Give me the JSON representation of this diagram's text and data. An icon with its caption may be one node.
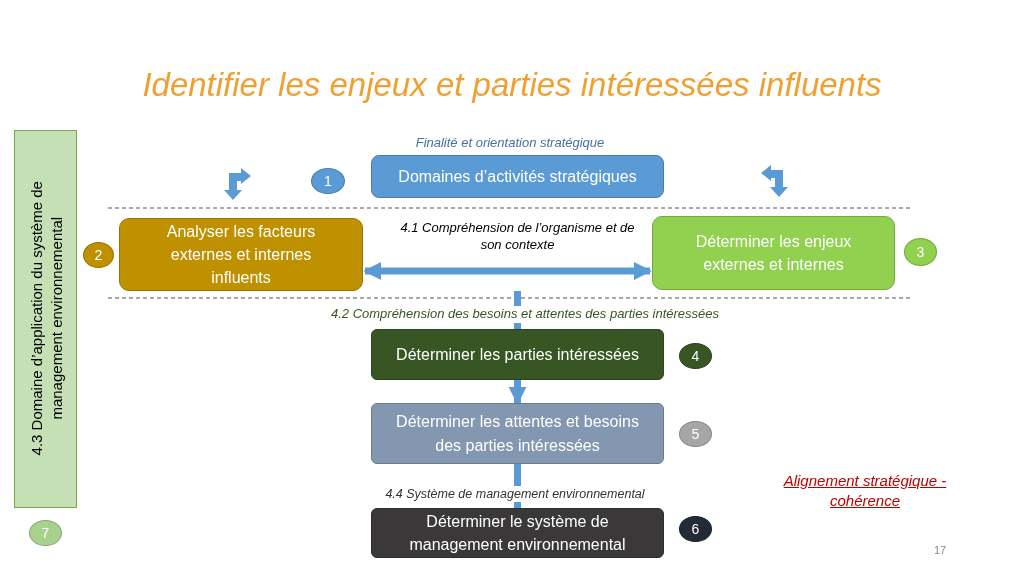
{
  "diagram": {
    "title": "Identifier les enjeux  et parties intéressées  influents",
    "nodes": [
      {
        "text": [
          "4.3 Domaine d’application du système de management environnemental"
        ]
      },
      {
        "text": [
          "Domaines d’activités stratégiques"
        ]
      },
      {
        "text": [
          "Analyser les facteurs externes et internes influents"
        ]
      },
      {
        "text": [
          "Déterminer les enjeux externes et internes"
        ]
      },
      {
        "text": [
          "Déterminer les parties intéressées"
        ]
      },
      {
        "text": [
          "Déterminer les attentes et besoins des parties intéressées"
        ]
      },
      {
        "text": [
          "Déterminer le système de management environnemental"
        ]
      },
      {
        "text": [
          "1"
        ]
      },
      {
        "text": [
          "2"
        ]
      },
      {
        "text": [
          "3"
        ]
      },
      {
        "text": [
          "4"
        ]
      },
      {
        "text": [
          "5"
        ]
      },
      {
        "text": [
          "6"
        ]
      },
      {
        "text": [
          "7"
        ]
      }
    ],
    "edges": [
      {
        "from": 2,
        "to": 3,
        "arrow": "both"
      },
      {
        "from": null,
        "to": 4,
        "arrow": "to"
      },
      {
        "from": 4,
        "to": 5,
        "arrow": "to"
      },
      {
        "from": 5,
        "to": 6,
        "arrow": "to"
      }
    ],
    "labels": [
      "Finalité et orientation stratégique",
      "4.1 Compréhension de l’organisme et de son contexte",
      "4.2 Compréhension des besoins et attentes des parties intéressées",
      "4.4 Système de management environnemental",
      "Alignement stratégique - cohérence",
      "17"
    ]
  }
}
